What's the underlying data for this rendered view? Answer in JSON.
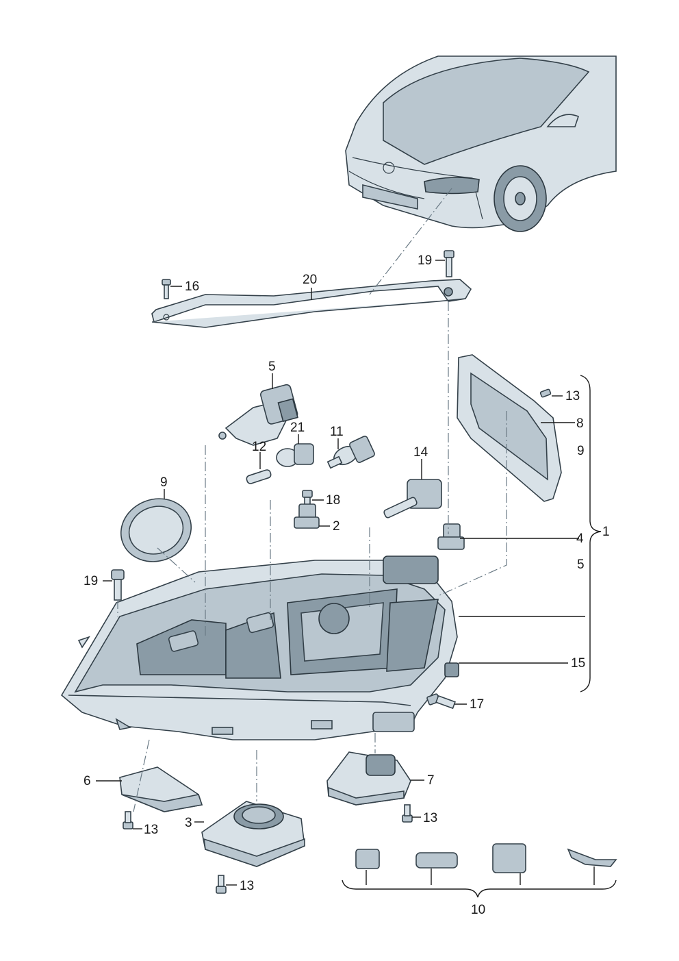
{
  "callouts": [
    {
      "id": "c1",
      "label": "1"
    },
    {
      "id": "c2",
      "label": "2"
    },
    {
      "id": "c3",
      "label": "3"
    },
    {
      "id": "c4",
      "label": "4"
    },
    {
      "id": "c5a",
      "label": "5"
    },
    {
      "id": "c5b",
      "label": "5"
    },
    {
      "id": "c6",
      "label": "6"
    },
    {
      "id": "c7",
      "label": "7"
    },
    {
      "id": "c8",
      "label": "8"
    },
    {
      "id": "c9a",
      "label": "9"
    },
    {
      "id": "c9b",
      "label": "9"
    },
    {
      "id": "c10",
      "label": "10"
    },
    {
      "id": "c11",
      "label": "11"
    },
    {
      "id": "c12",
      "label": "12"
    },
    {
      "id": "c13a",
      "label": "13"
    },
    {
      "id": "c13b",
      "label": "13"
    },
    {
      "id": "c13c",
      "label": "13"
    },
    {
      "id": "c13d",
      "label": "13"
    },
    {
      "id": "c14",
      "label": "14"
    },
    {
      "id": "c15",
      "label": "15"
    },
    {
      "id": "c16",
      "label": "16"
    },
    {
      "id": "c17",
      "label": "17"
    },
    {
      "id": "c18",
      "label": "18"
    },
    {
      "id": "c19a",
      "label": "19"
    },
    {
      "id": "c19b",
      "label": "19"
    },
    {
      "id": "c20",
      "label": "20"
    },
    {
      "id": "c21",
      "label": "21"
    }
  ]
}
